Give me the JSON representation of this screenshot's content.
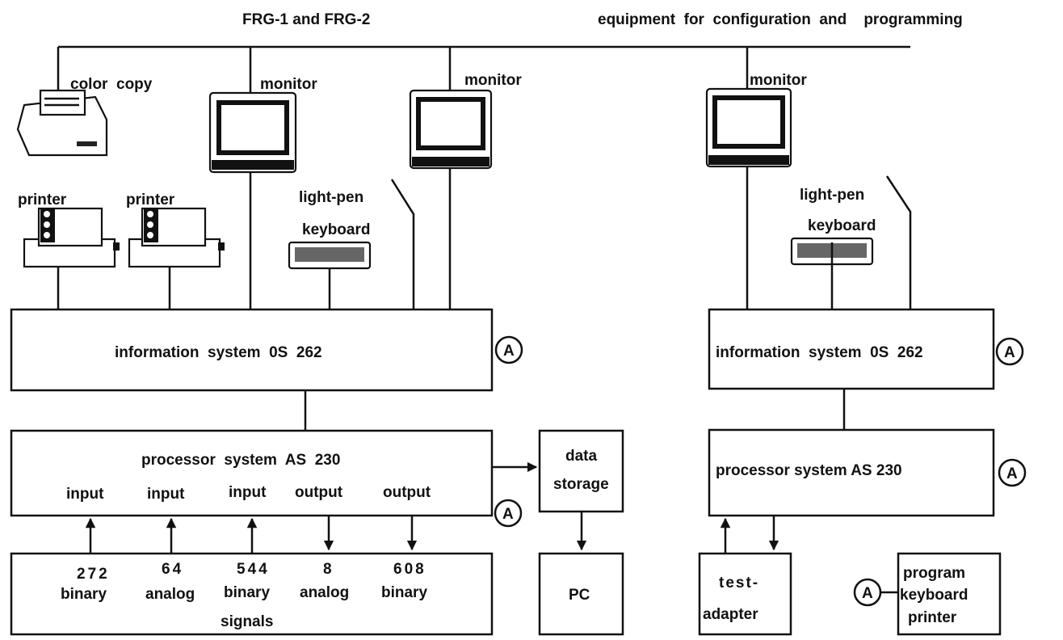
{
  "header": {
    "left_title": "FRG-1 and FRG-2",
    "right_title": "equipment  for  configuration  and    programming"
  },
  "left": {
    "color_copy": "color  copy",
    "monitor_1": "monitor",
    "monitor_2": "monitor",
    "printer_1": "printer",
    "printer_2": "printer",
    "light_pen": "light-pen",
    "keyboard": "keyboard",
    "info_system": "information  system  0S  262",
    "processor": "processor  system  AS  230",
    "io_labels": [
      "input",
      "input",
      "input",
      "output",
      "output"
    ],
    "signal_counts": [
      "272",
      "64",
      "544",
      "8",
      "608"
    ],
    "signal_types": [
      "binary",
      "analog",
      "binary",
      "analog",
      "binary"
    ],
    "signals": "signals",
    "data_storage": [
      "data",
      "storage"
    ],
    "pc": "PC"
  },
  "right": {
    "monitor": "monitor",
    "light_pen": "light-pen",
    "keyboard": "keyboard",
    "info_system": "information  system  0S  262",
    "processor": "processor system AS 230",
    "test_adapter": [
      "test-",
      "adapter"
    ],
    "program_box": [
      "program",
      "keyboard",
      "printer"
    ]
  },
  "marker": "A"
}
